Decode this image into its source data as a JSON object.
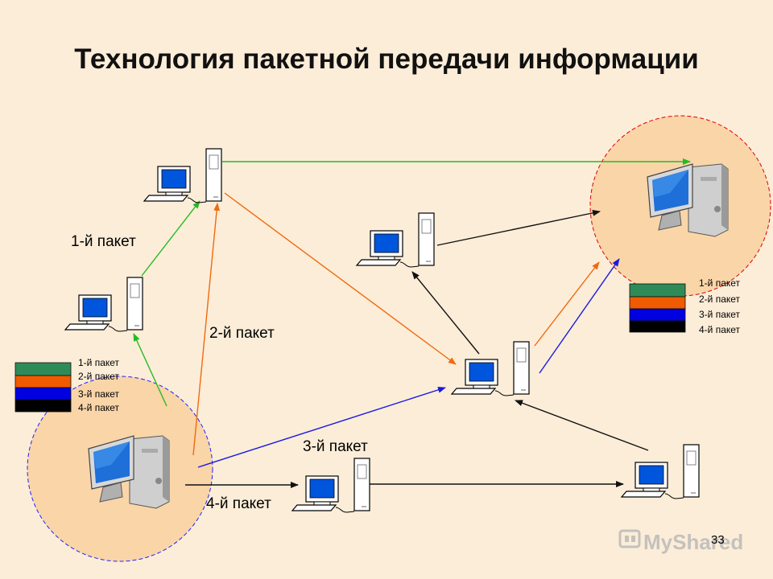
{
  "title": "Технология пакетной передачи информации",
  "labels": {
    "packet1": "1-й пакет",
    "packet2": "2-й пакет",
    "packet3": "3-й пакет",
    "packet4": "4-й пакет"
  },
  "legend_left": [
    "1-й пакет",
    "2-й пакет",
    "3-й пакет",
    "4-й пакет"
  ],
  "legend_right": [
    "1-й пакет",
    "2-й пакет",
    "3-й пакет",
    "4-й пакет"
  ],
  "packet_colors": [
    "#2e8b57",
    "#f05a00",
    "#0000e0",
    "#000000"
  ],
  "page_number": "33",
  "watermark": "MyShared",
  "icons": {
    "node": "desktop-computer-icon",
    "endpoint": "workstation-icon"
  }
}
